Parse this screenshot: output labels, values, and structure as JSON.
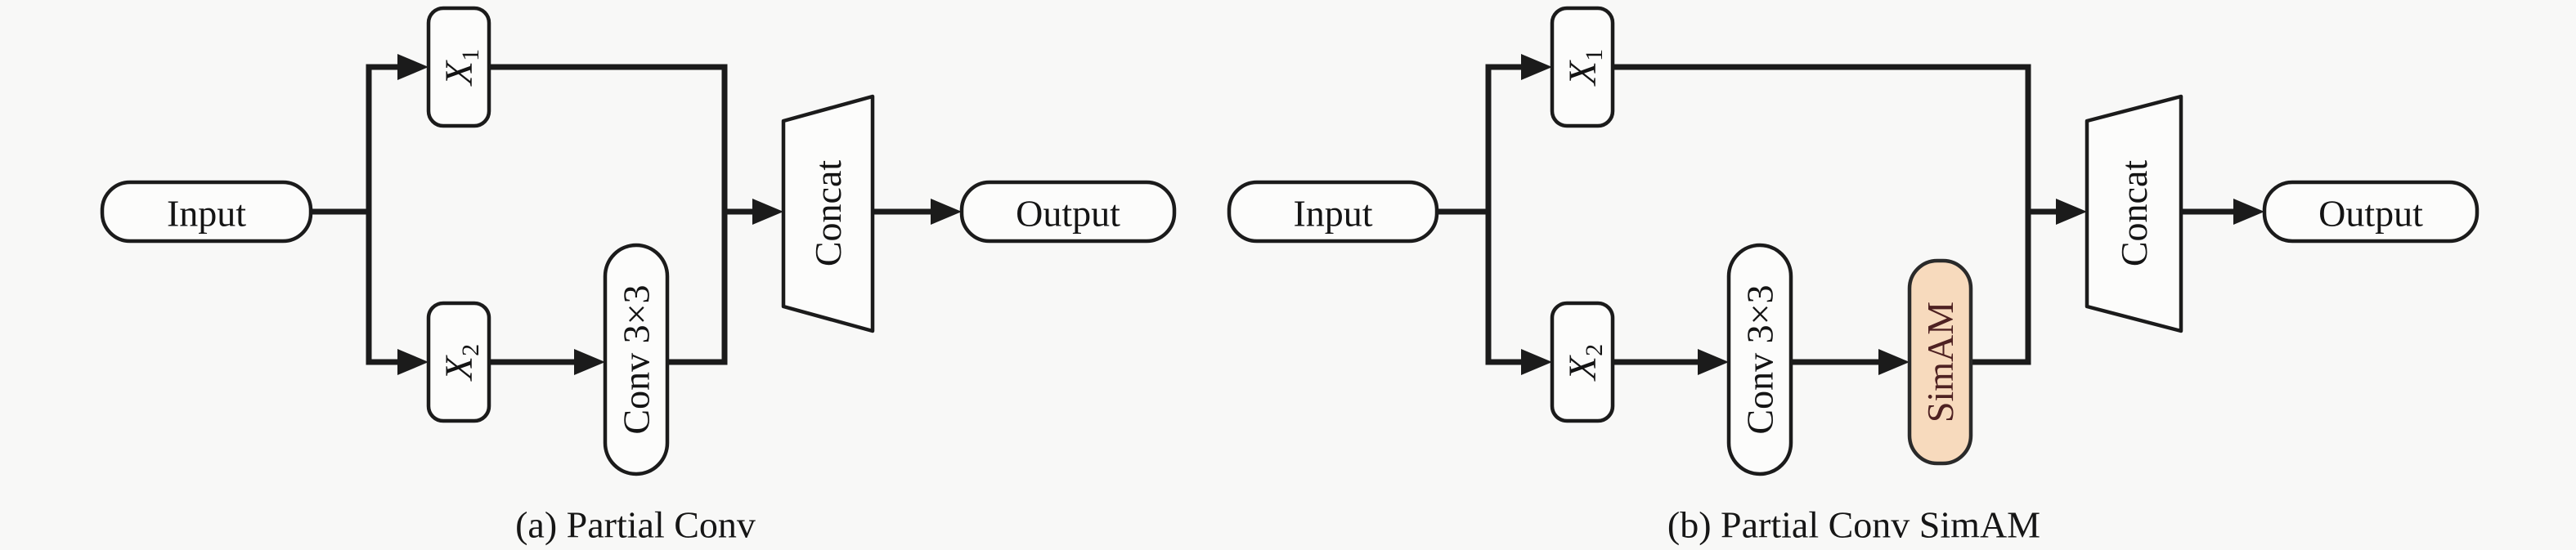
{
  "figure": {
    "background_color": "#f8f8f7",
    "line_color": "#1b1b1b",
    "node_fill_color": "#fcfcfb",
    "highlight_fill_color": "#f7dabd",
    "highlight_text_color": "#4e2122"
  },
  "diagrams": [
    {
      "caption": "(a) Partial Conv",
      "nodes": {
        "input": "Input",
        "x1_base": "X",
        "x1_sub": "1",
        "x2_base": "X",
        "x2_sub": "2",
        "conv": "Conv 3×3",
        "concat": "Concat",
        "output": "Output"
      }
    },
    {
      "caption": "(b) Partial Conv SimAM",
      "nodes": {
        "input": "Input",
        "x1_base": "X",
        "x1_sub": "1",
        "x2_base": "X",
        "x2_sub": "2",
        "conv": "Conv 3×3",
        "simam": "SimAM",
        "concat": "Concat",
        "output": "Output"
      }
    }
  ]
}
